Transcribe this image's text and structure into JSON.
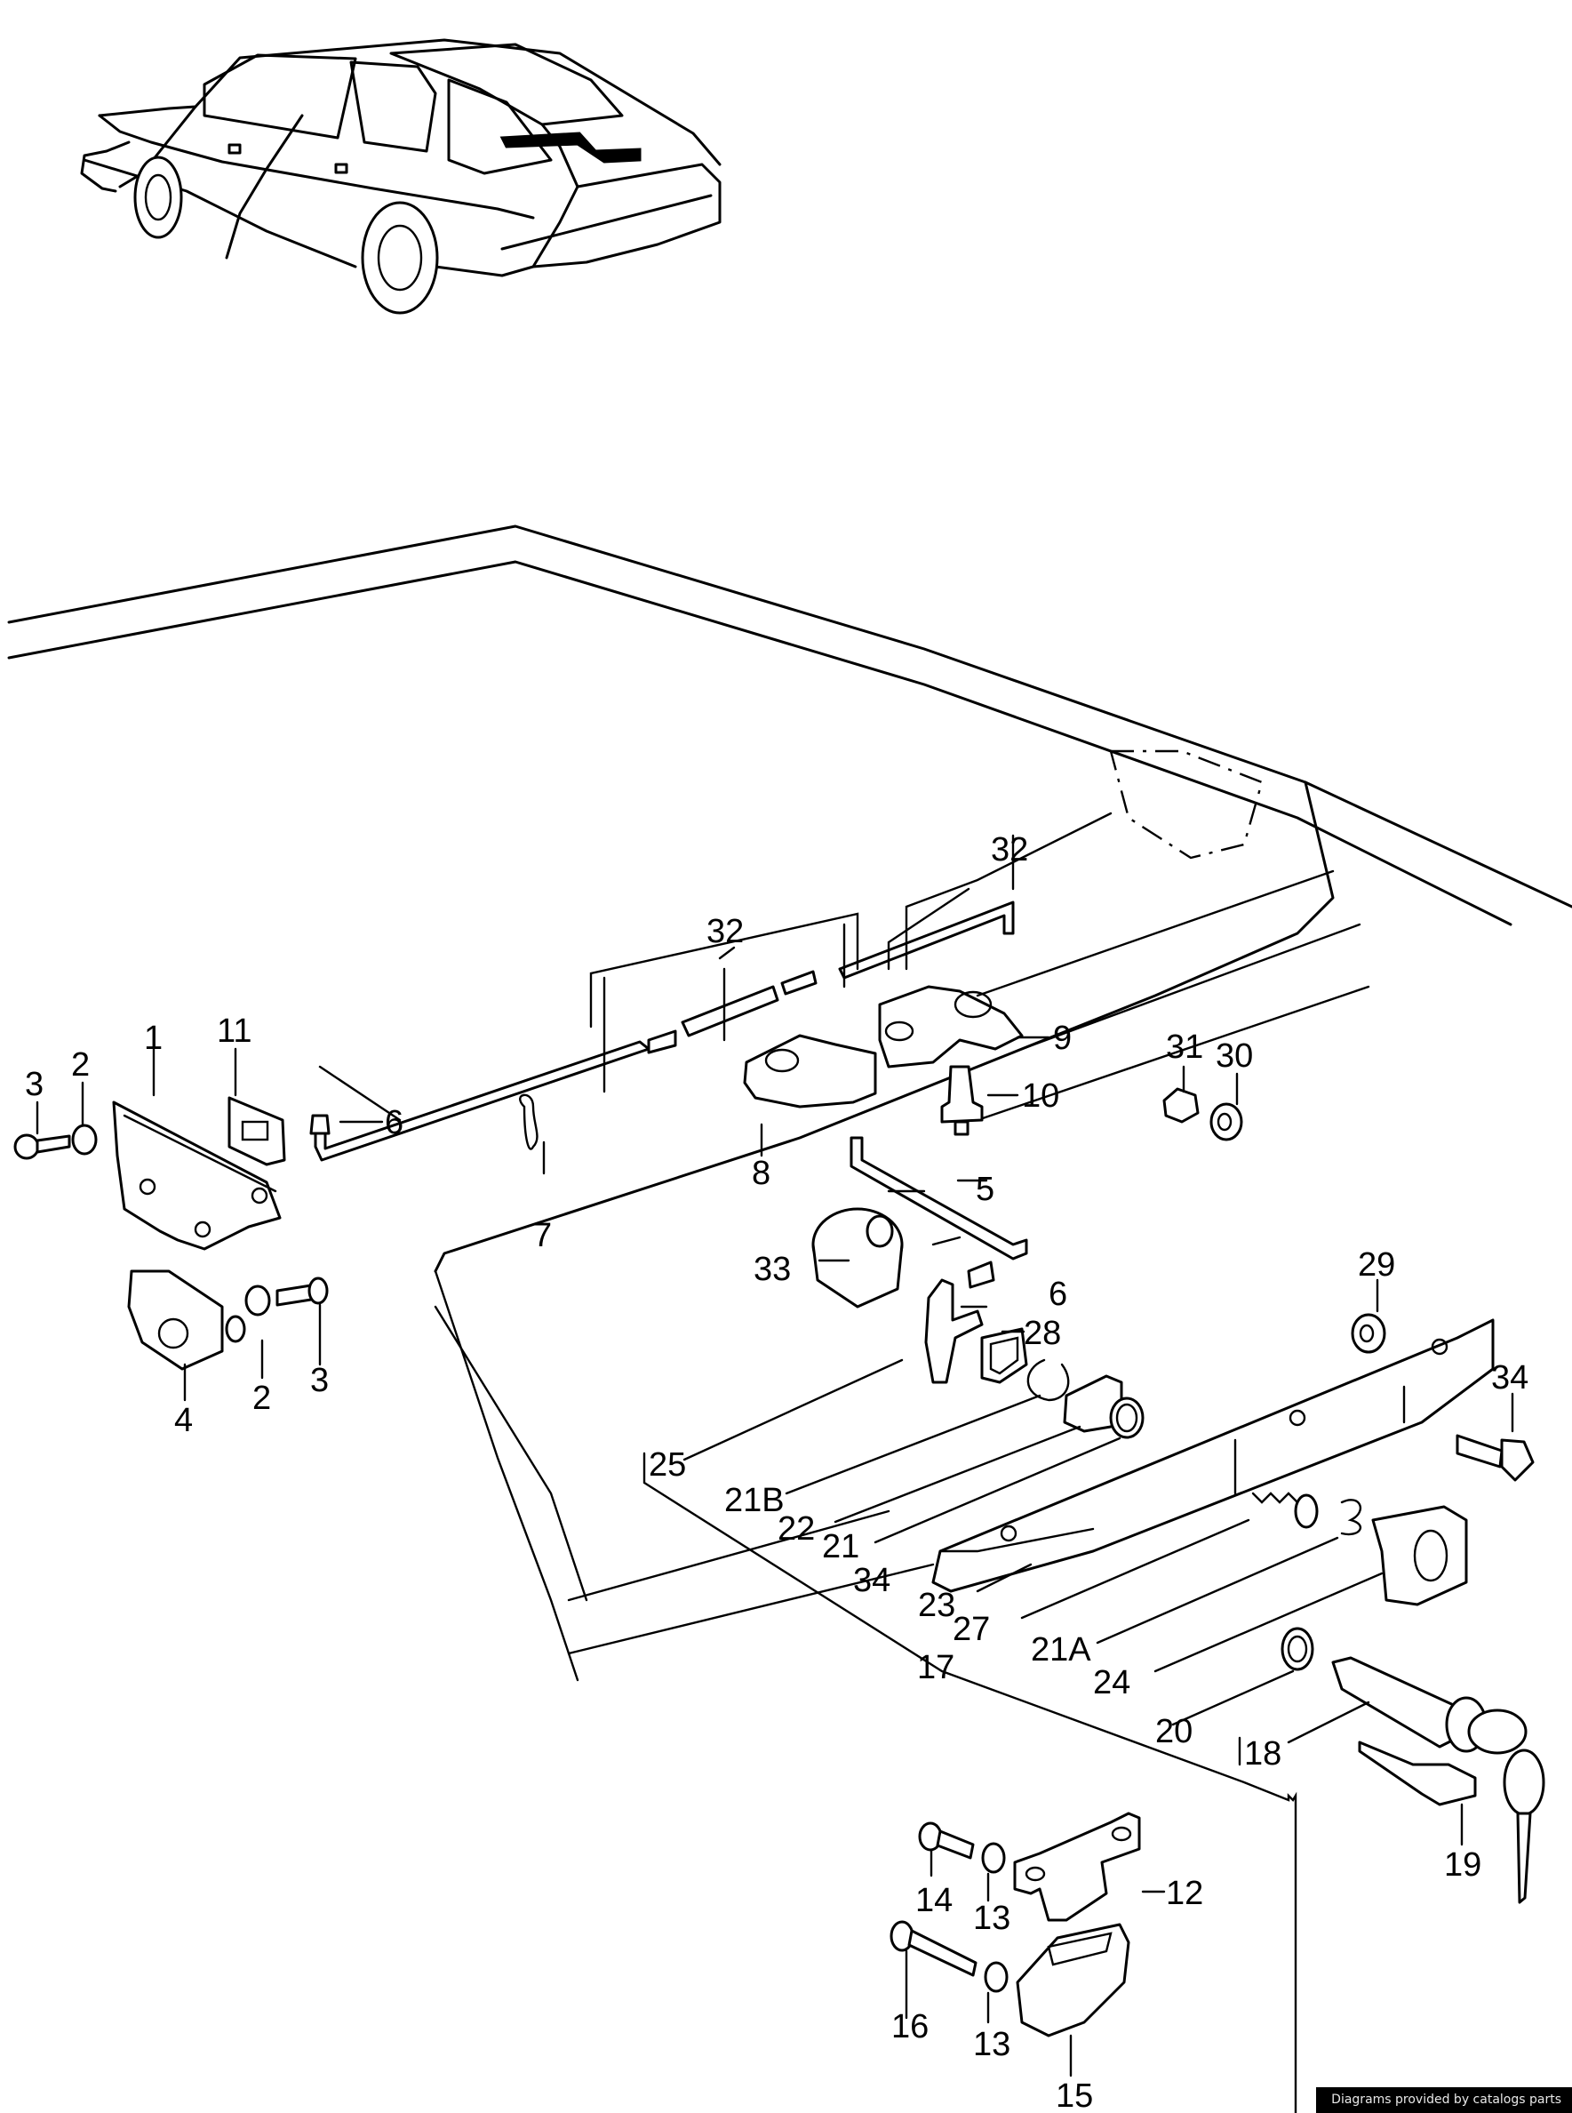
{
  "diagram": {
    "subject": "Rear hatch lock and release mechanism (exploded parts view)",
    "overview_illustration": "hatchback-car-rear-three-quarter-view",
    "callouts": [
      {
        "id": "c1",
        "label": "1",
        "part": "lock-body"
      },
      {
        "id": "c2a",
        "label": "2",
        "part": "washer"
      },
      {
        "id": "c2b",
        "label": "2",
        "part": "washer"
      },
      {
        "id": "c3a",
        "label": "3",
        "part": "screw"
      },
      {
        "id": "c3b",
        "label": "3",
        "part": "bolt"
      },
      {
        "id": "c4",
        "label": "4",
        "part": "striker-plate"
      },
      {
        "id": "c5",
        "label": "5",
        "part": "connecting-rod"
      },
      {
        "id": "c6a",
        "label": "6",
        "part": "rod-clip"
      },
      {
        "id": "c6b",
        "label": "6",
        "part": "rod-clip"
      },
      {
        "id": "c7",
        "label": "7",
        "part": "retaining-spring-clip"
      },
      {
        "id": "c8",
        "label": "8",
        "part": "lever"
      },
      {
        "id": "c9",
        "label": "9",
        "part": "bell-crank"
      },
      {
        "id": "c10",
        "label": "10",
        "part": "pivot-pin"
      },
      {
        "id": "c11",
        "label": "11",
        "part": "seal"
      },
      {
        "id": "c12",
        "label": "12",
        "part": "bracket"
      },
      {
        "id": "c13a",
        "label": "13",
        "part": "washer"
      },
      {
        "id": "c13b",
        "label": "13",
        "part": "washer"
      },
      {
        "id": "c14",
        "label": "14",
        "part": "screw"
      },
      {
        "id": "c15",
        "label": "15",
        "part": "buffer-housing"
      },
      {
        "id": "c16",
        "label": "16",
        "part": "long-screw"
      },
      {
        "id": "c17",
        "label": "17",
        "part": "handle-assembly-group"
      },
      {
        "id": "c18",
        "label": "18",
        "part": "lock-cylinder-with-keys"
      },
      {
        "id": "c19",
        "label": "19",
        "part": "key-blank"
      },
      {
        "id": "c20",
        "label": "20",
        "part": "spring"
      },
      {
        "id": "c21",
        "label": "21",
        "part": "o-ring"
      },
      {
        "id": "c21a",
        "label": "21A",
        "part": "circlip"
      },
      {
        "id": "c21b",
        "label": "21B",
        "part": "circlip"
      },
      {
        "id": "c22",
        "label": "22",
        "part": "grommet"
      },
      {
        "id": "c23",
        "label": "23",
        "part": "handle"
      },
      {
        "id": "c24",
        "label": "24",
        "part": "cylinder-housing"
      },
      {
        "id": "c25",
        "label": "25",
        "part": "actuating-lever"
      },
      {
        "id": "c27",
        "label": "27",
        "part": "compression-spring"
      },
      {
        "id": "c28",
        "label": "28",
        "part": "gasket"
      },
      {
        "id": "c29",
        "label": "29",
        "part": "washer"
      },
      {
        "id": "c30",
        "label": "30",
        "part": "washer"
      },
      {
        "id": "c31",
        "label": "31",
        "part": "nut"
      },
      {
        "id": "c32a",
        "label": "32",
        "part": "adjustable-rod"
      },
      {
        "id": "c32b",
        "label": "32",
        "part": "rod"
      },
      {
        "id": "c33",
        "label": "33",
        "part": "cap"
      },
      {
        "id": "c34a",
        "label": "34",
        "part": "bolt"
      },
      {
        "id": "c34b",
        "label": "34",
        "part": "bolt"
      }
    ]
  },
  "footer": {
    "credit": "Diagrams provided by catalogs parts"
  }
}
